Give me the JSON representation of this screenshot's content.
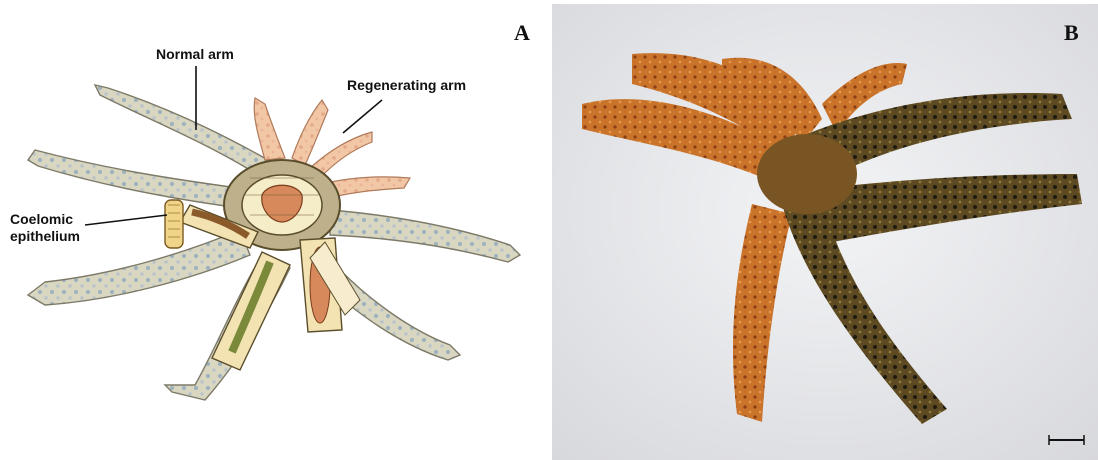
{
  "panels": {
    "a": {
      "letter": "A",
      "callouts": {
        "normal_arm": "Normal arm",
        "regenerating_arm": "Regenerating arm",
        "coelomic_line1": "Coelomic",
        "coelomic_line2": "epithelium"
      }
    },
    "b": {
      "letter": "B"
    }
  },
  "colors": {
    "arm_normal": "#d9d6c2",
    "arm_regenerating": "#f2c7a6",
    "body_disc": "#bdb08a",
    "coelom_tissue": "#8b5a2b",
    "photo_background": "#e9eaec",
    "specimen_orange": "#c9742a",
    "specimen_dark": "#5e4a22"
  }
}
